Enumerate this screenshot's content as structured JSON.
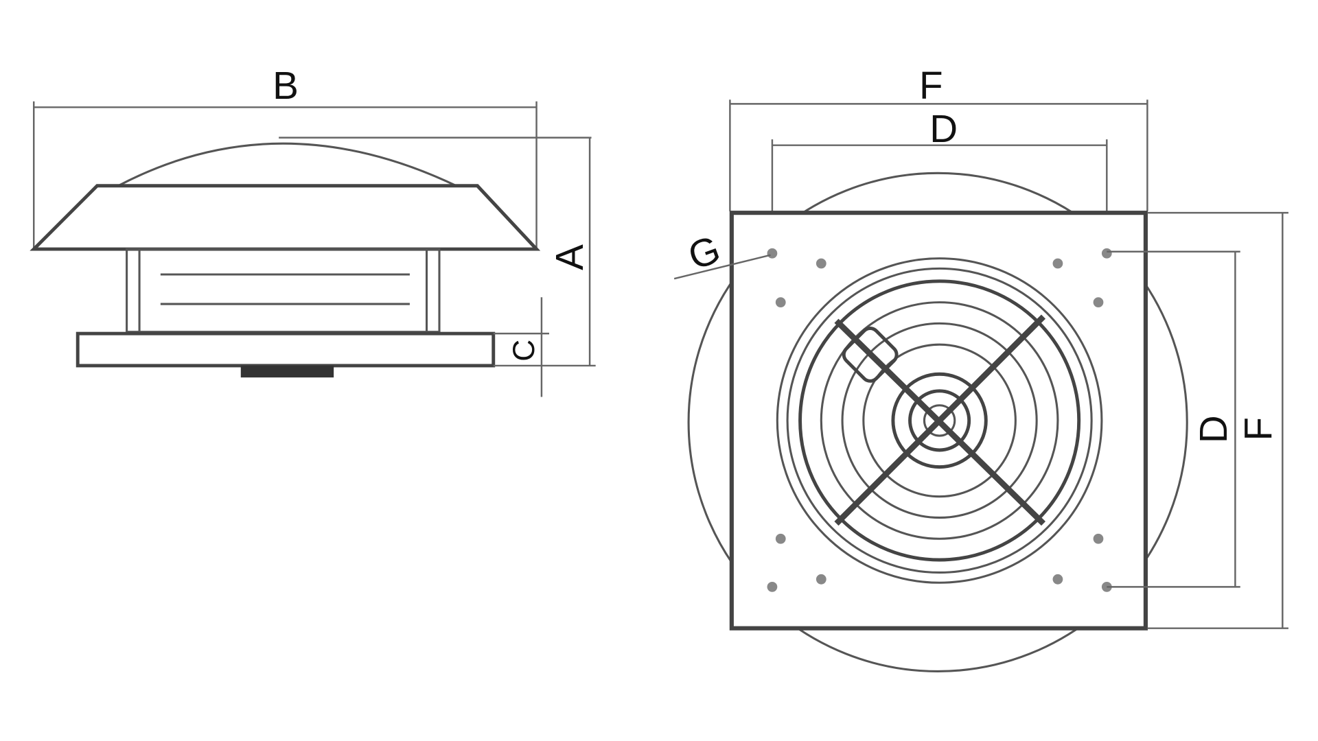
{
  "side_view": {
    "labels": {
      "width": "B",
      "height": "A",
      "base": "C"
    }
  },
  "top_view": {
    "labels": {
      "outer_width": "F",
      "hole_spacing_width": "D",
      "hole": "G",
      "hole_spacing_height": "D",
      "outer_height": "F"
    }
  }
}
